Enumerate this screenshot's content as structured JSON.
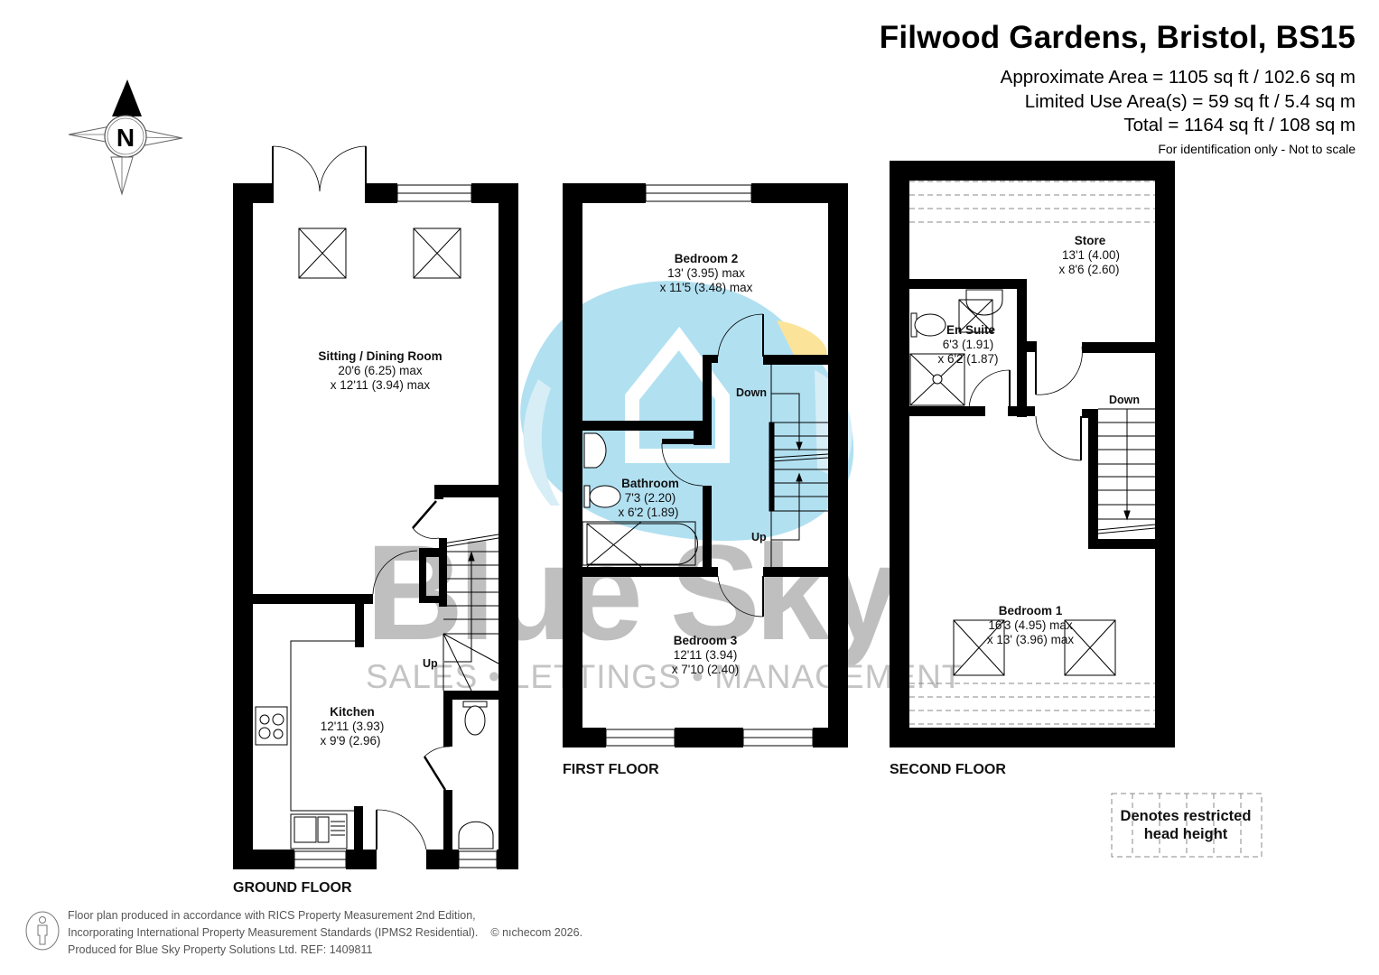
{
  "header": {
    "title": "Filwood Gardens, Bristol, BS15",
    "approx_area": "Approximate Area = 1105 sq ft / 102.6 sq m",
    "limited_use_area": "Limited Use Area(s) = 59 sq ft / 5.4 sq m",
    "total": "Total = 1164 sq ft / 108 sq m",
    "note": "For identification only - Not to scale"
  },
  "compass": {
    "icon": "compass-north-icon",
    "label": "N"
  },
  "floors": {
    "ground": {
      "label": "GROUND FLOOR",
      "rooms": [
        {
          "name": "Sitting / Dining Room",
          "dim1": "20'6 (6.25) max",
          "dim2": "x 12'11 (3.94) max"
        },
        {
          "name": "Kitchen",
          "dim1": "12'11 (3.93)",
          "dim2": "x 9'9 (2.96)"
        }
      ],
      "stairs": "Up"
    },
    "first": {
      "label": "FIRST FLOOR",
      "rooms": [
        {
          "name": "Bedroom 2",
          "dim1": "13' (3.95) max",
          "dim2": "x 11'5 (3.48) max"
        },
        {
          "name": "Bathroom",
          "dim1": "7'3 (2.20)",
          "dim2": "x 6'2 (1.89)"
        },
        {
          "name": "Bedroom 3",
          "dim1": "12'11 (3.94)",
          "dim2": "x 7'10 (2.40)"
        }
      ],
      "stairs_down": "Down",
      "stairs_up": "Up"
    },
    "second": {
      "label": "SECOND FLOOR",
      "rooms": [
        {
          "name": "Store",
          "dim1": "13'1 (4.00)",
          "dim2": "x 8'6 (2.60)"
        },
        {
          "name": "En Suite",
          "dim1": "6'3 (1.91)",
          "dim2": "x 6'2 (1.87)"
        },
        {
          "name": "Bedroom 1",
          "dim1": "16'3 (4.95) max",
          "dim2": "x 13' (3.96) max"
        }
      ],
      "stairs_down": "Down"
    }
  },
  "legend": {
    "line1": "Denotes restricted",
    "line2": "head height"
  },
  "watermark": {
    "brand": "Blue Sky",
    "tagline": "SALES • LETTINGS • MANAGEMENT",
    "colors": {
      "blue": "#a9ddef",
      "yellow": "#fbe49a",
      "grey": "#b5b5b5"
    }
  },
  "footer": {
    "line1": "Floor plan produced in accordance with RICS Property Measurement 2nd Edition,",
    "line2": "Incorporating International Property Measurement Standards (IPMS2 Residential).",
    "copyright": "© nıchecom 2026.",
    "line3": "Produced for Blue Sky Property Solutions Ltd.   REF:  1409811"
  },
  "colors": {
    "wall": "#000000",
    "background": "#ffffff",
    "text": "#111111"
  }
}
